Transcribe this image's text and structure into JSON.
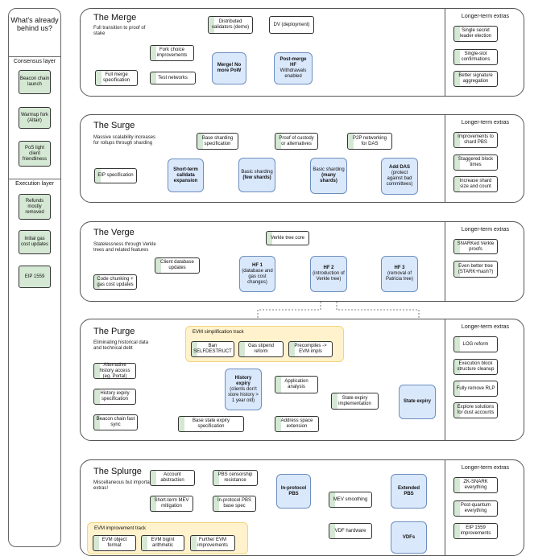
{
  "left": {
    "title": "What's already behind us?",
    "consensus_label": "Consensus layer",
    "consensus_items": [
      "Beacon chain launch",
      "Warmup fork (Altair)",
      "PoS light client friendliness"
    ],
    "execution_label": "Execution layer",
    "execution_items": [
      "Refunds mostly removed",
      "Initial gas cost updates",
      "EIP 1559"
    ]
  },
  "extras_title": "Longer-term extras",
  "merge": {
    "title": "The Merge",
    "subtitle": "Full transition to proof of stake",
    "full_merge_spec": "Full merge specification",
    "test_networks": "Test networks",
    "fork_choice": "Fork choice improvements",
    "distributed_validators": "Distributed validators (demo)",
    "dv_deployment": "DV (deployment)",
    "merge_box": "Merge! No more PoW",
    "post_merge": "Post-merge HF",
    "post_merge_sub": "Withdrawals enabled",
    "extras": [
      "Single secret leader election",
      "Single-slot confirmations",
      "Better signature aggregation"
    ]
  },
  "surge": {
    "title": "The Surge",
    "subtitle": "Massive scalability increases for rollups through sharding",
    "eip_spec": "EIP specification",
    "short_term": "Short-term calldata expansion",
    "base_sharding_spec": "Base sharding specification",
    "basic_few": "Basic sharding",
    "basic_few_bold": "(few shards)",
    "proof_custody": "Proof of custody or alternatives",
    "basic_many": "Basic sharding",
    "basic_many_bold": "(many shards)",
    "p2p": "P2P networking for DAS",
    "add_das": "Add DAS",
    "add_das_sub": "(protect against bad committees)",
    "extras": [
      "Improvements to shard PBS",
      "Staggered block times",
      "Increase shard size and count"
    ]
  },
  "verge": {
    "title": "The Verge",
    "subtitle": "Statelessness through Verkle trees and related features",
    "verkle_core": "Verkle tree core",
    "client_db": "Client database updates",
    "code_chunking": "Code chunking + gas cost updates",
    "hf1": "HF 1",
    "hf1_sub": "(database and gas cost changes)",
    "hf2": "HF 2",
    "hf2_sub": "(introduction of Verkle tree)",
    "hf3": "HF 3",
    "hf3_sub": "(removal of Patricia tree)",
    "extras": [
      "SNARKed Verkle proofs",
      "Even better tree (STARK+hash?)"
    ]
  },
  "purge": {
    "title": "The Purge",
    "subtitle": "Eliminating historical data and technical debt",
    "evm_track": "EVM simplification track",
    "ban_self": "Ban SELFDESTRUCT",
    "gas_stipend": "Gas stipend reform",
    "precompiles": "Precompiles -> EVM impls",
    "alt_history": "Alternative history access (eg. Portal)",
    "history_expiry_spec": "History expiry specification",
    "beacon_fast_sync": "Beacon chain fast sync",
    "history_expiry": "History expiry",
    "history_expiry_sub": "(clients don't store history > 1 year old)",
    "app_analysis": "Application analysis",
    "state_expiry_impl": "State expiry implementation",
    "state_expiry": "State expiry",
    "base_state_expiry": "Base state expiry specification",
    "address_space": "Address space extension",
    "extras": [
      "LOG reform",
      "Execution block structure cleanup",
      "Fully remove RLP",
      "Explore solutions for dust accounts"
    ]
  },
  "splurge": {
    "title": "The Splurge",
    "subtitle": "Miscellaneous but important extras!",
    "account_abstraction": "Account abstraction",
    "pbs_censorship": "PBS censorship resistance",
    "in_protocol_pbs": "In-protocol PBS",
    "extended_pbs": "Extended PBS",
    "short_term_mev": "Short-term MEV mitigation",
    "in_protocol_base": "In-protocol PBS base spec",
    "mev_smoothing": "MEV smoothing",
    "evm_improvement": "EVM improvement track",
    "evm_object": "EVM object format",
    "evm_bigint": "EVM bigint arithmetic",
    "further_evm": "Further EVM improvements",
    "vdf_hardware": "VDF hardware",
    "vdfs": "VDFs",
    "extras": [
      "ZK-SNARK everything",
      "Post-quantum everything",
      "EIP 1559 improvements"
    ]
  }
}
